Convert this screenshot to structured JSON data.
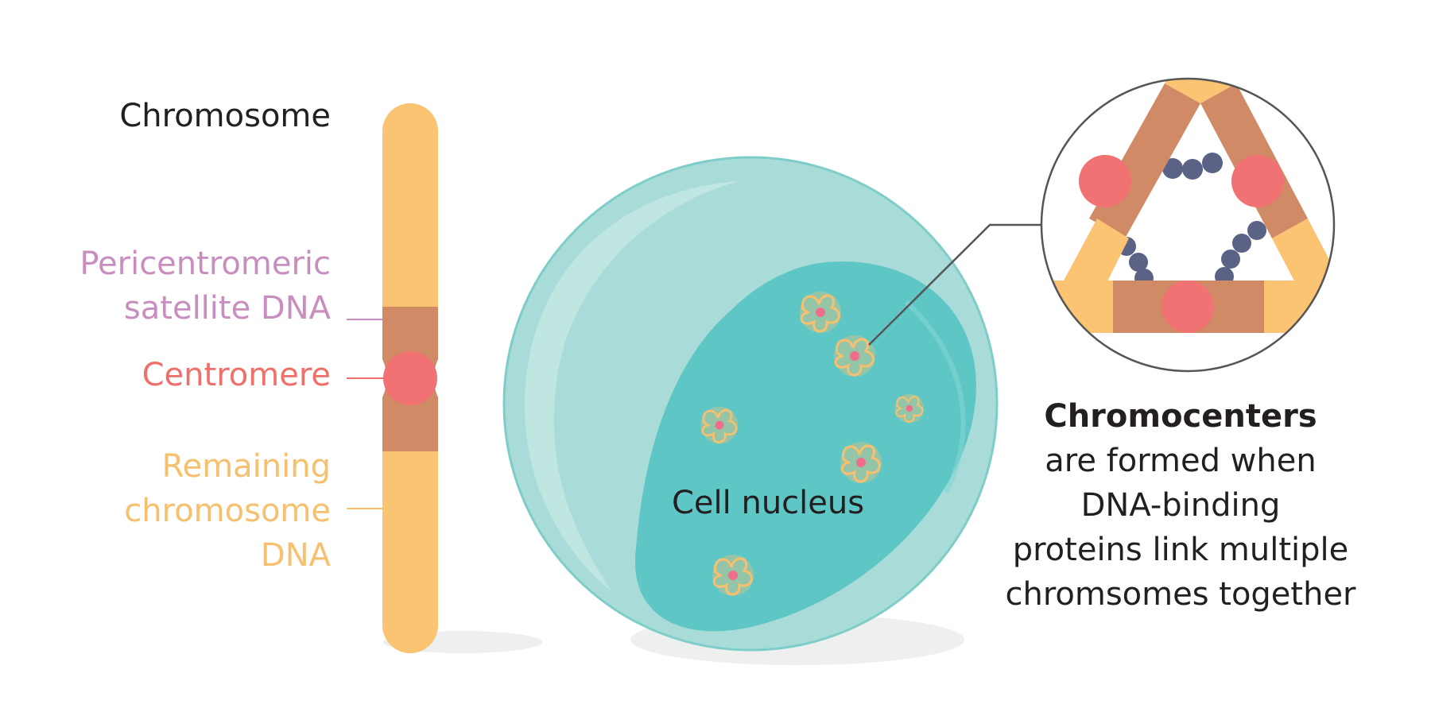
{
  "labels": {
    "chromosome": "Chromosome",
    "pericentromeric": [
      "Pericentromeric",
      "satellite DNA"
    ],
    "centromere": "Centromere",
    "remaining": [
      "Remaining",
      "chromosome",
      "DNA"
    ],
    "cell_nucleus": "Cell nucleus",
    "caption_title": "Chromocenters",
    "caption_body": [
      "are formed when",
      "DNA-binding",
      "proteins link multiple",
      "chromsomes together"
    ]
  },
  "colors": {
    "chromosome_arm": "#fbc473",
    "pericentromeric": "#d08a66",
    "centromere": "#f07272",
    "pericentromeric_text": "#c98ec0",
    "centromere_text": "#ef6f6a",
    "remaining_text": "#f7c06f",
    "cell_outer": "#a9dcd8",
    "cell_inner": "#5ec7c6",
    "protein": "#5a6285",
    "text": "#231f20"
  }
}
